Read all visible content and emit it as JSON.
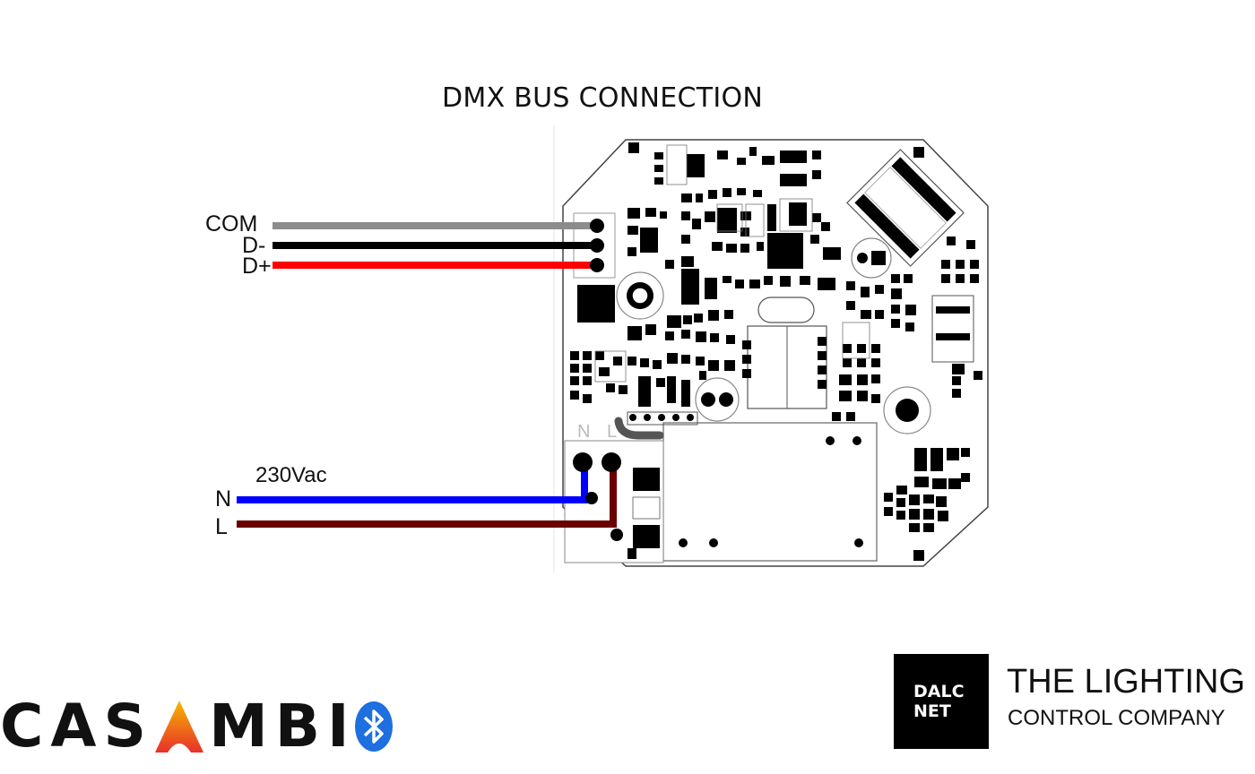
{
  "title": "DMX BUS CONNECTION",
  "dmx_wires": [
    {
      "label": "COM",
      "color": "#8c8c8c"
    },
    {
      "label": "D-",
      "color": "#000000"
    },
    {
      "label": "D+",
      "color": "#ff0000"
    }
  ],
  "power": {
    "voltage_label": "230Vac",
    "wires": [
      {
        "label": "N",
        "color": "#0000ff"
      },
      {
        "label": "L",
        "color": "#6b0000"
      }
    ],
    "terminal_labels": [
      "N",
      "L"
    ]
  },
  "casambi": {
    "letters_before": "CAS",
    "letters_after": "MBI",
    "a_gradient": [
      "#f6b800",
      "#e8302a"
    ],
    "bluetooth_color": "#1e6fe0",
    "icon": "bluetooth-icon"
  },
  "dalcnet": {
    "box_line1": "DALC",
    "box_line2": "NET",
    "tagline_line1": "THE LIGHTING",
    "tagline_line2": "CONTROL COMPANY"
  }
}
